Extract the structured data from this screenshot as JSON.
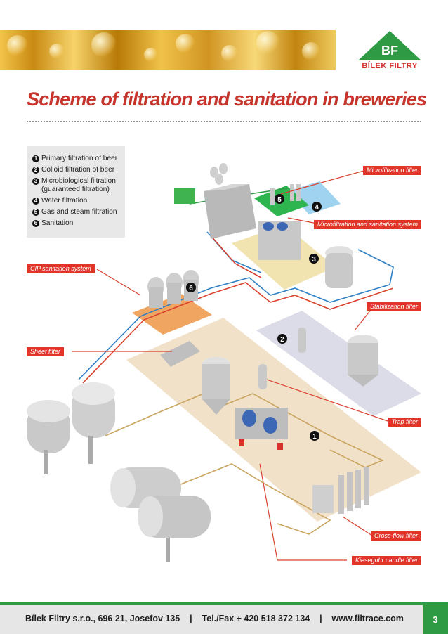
{
  "header": {
    "logo_mark": "BF",
    "logo_name": "BÍLEK FILTRY"
  },
  "title": "Scheme of filtration and sanitation in breweries",
  "legend": [
    {
      "num": "1",
      "label": "Primary filtration of beer"
    },
    {
      "num": "2",
      "label": "Colloid filtration of beer"
    },
    {
      "num": "3",
      "label": "Microbiological filtration"
    },
    {
      "num": "",
      "label": "(guaranteed filtration)"
    },
    {
      "num": "4",
      "label": "Water filtration"
    },
    {
      "num": "5",
      "label": "Gas and steam filtration"
    },
    {
      "num": "6",
      "label": "Sanitation"
    }
  ],
  "callouts": {
    "microfiltration_filter": "Microfiltration filter",
    "microfiltration_sanitation": "Microfiltration and sanitation system",
    "cip_sanitation": "CIP sanitation system",
    "stabilization_filter": "Stabilization filter",
    "sheet_filter": "Sheet filter",
    "trap_filter": "Trap filter",
    "cross_flow_filter": "Cross-flow filter",
    "kieseguhr_candle_filter": "Kieseguhr candle filter"
  },
  "zone_numbers": [
    "1",
    "2",
    "3",
    "4",
    "5",
    "6"
  ],
  "colors": {
    "accent_red": "#e1352a",
    "title_red": "#c6342c",
    "brand_green": "#2e9b44",
    "zone_primary": "#f0dcc0",
    "zone_colloid": "#dcdce8",
    "zone_micro": "#f2e4b0",
    "zone_water": "#9fd3ef",
    "zone_gas": "#2fb550",
    "zone_sanitation": "#f0a561",
    "pipe_blue": "#2f7fc4",
    "pipe_red": "#d9402e",
    "pipe_tan": "#c9a560"
  },
  "footer": {
    "text": "Bílek Filtry s.r.o., 696 21, Josefov 135    |    Tel./Fax + 420 518 372 134    |    www.filtrace.com",
    "page": "3"
  }
}
